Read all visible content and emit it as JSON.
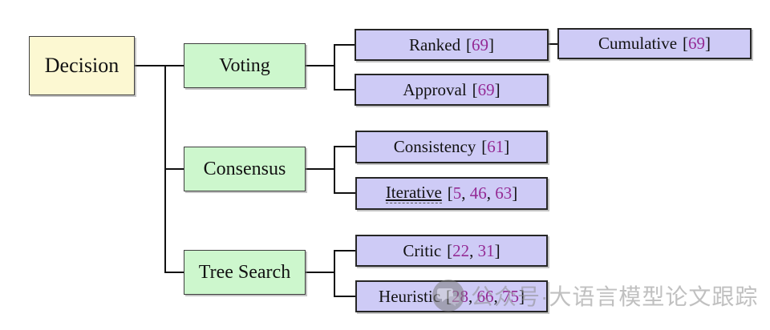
{
  "palette": {
    "root_fill": "#FCF8D2",
    "branch_fill": "#CDF7CD",
    "leaf_fill": "#CECBF6",
    "connector": "#111111",
    "citation_color": "#942A94"
  },
  "punct": {
    "open": "[",
    "close": "]",
    "sep": ", "
  },
  "nodes": {
    "root": {
      "label": "Decision"
    },
    "voting": {
      "label": "Voting"
    },
    "consensus": {
      "label": "Consensus"
    },
    "tree_search": {
      "label": "Tree Search"
    },
    "ranked": {
      "label": "Ranked",
      "refs": [
        "69"
      ]
    },
    "cumulative": {
      "label": "Cumulative",
      "refs": [
        "69"
      ]
    },
    "approval": {
      "label": "Approval",
      "refs": [
        "69"
      ]
    },
    "consistency": {
      "label": "Consistency",
      "refs": [
        "61"
      ]
    },
    "iterative": {
      "label": "Iterative",
      "refs": [
        "5",
        "46",
        "63"
      ]
    },
    "critic": {
      "label": "Critic",
      "refs": [
        "22",
        "31"
      ]
    },
    "heuristic": {
      "label": "Heuristic",
      "refs": [
        "28",
        "66",
        "75"
      ]
    }
  },
  "watermark": {
    "text": "公众号·大语言模型论文跟踪"
  }
}
